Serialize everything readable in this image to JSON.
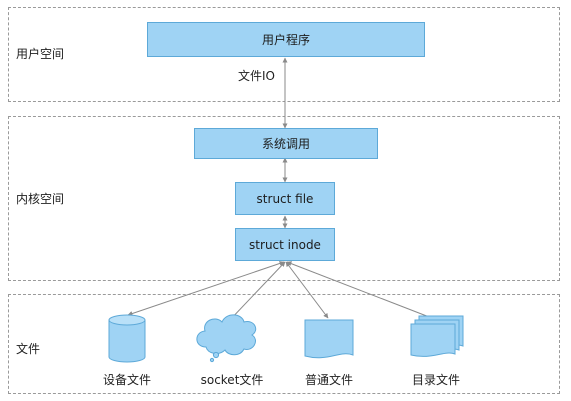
{
  "regions": {
    "user_space": {
      "label": "用户空间"
    },
    "kernel_space": {
      "label": "内核空间"
    },
    "files": {
      "label": "文件"
    }
  },
  "nodes": {
    "user_program": "用户程序",
    "syscall": "系统调用",
    "struct_file": "struct file",
    "struct_inode": "struct inode"
  },
  "edge_labels": {
    "file_io": "文件IO"
  },
  "file_types": [
    {
      "label": "设备文件",
      "icon": "cylinder-icon"
    },
    {
      "label": "socket文件",
      "icon": "cloud-icon"
    },
    {
      "label": "普通文件",
      "icon": "document-icon"
    },
    {
      "label": "目录文件",
      "icon": "stacked-documents-icon"
    }
  ],
  "colors": {
    "box_fill": "#9fd3f4",
    "box_border": "#5da9d8",
    "arrow": "#8a8a8a",
    "dash": "#9a9a9a"
  }
}
